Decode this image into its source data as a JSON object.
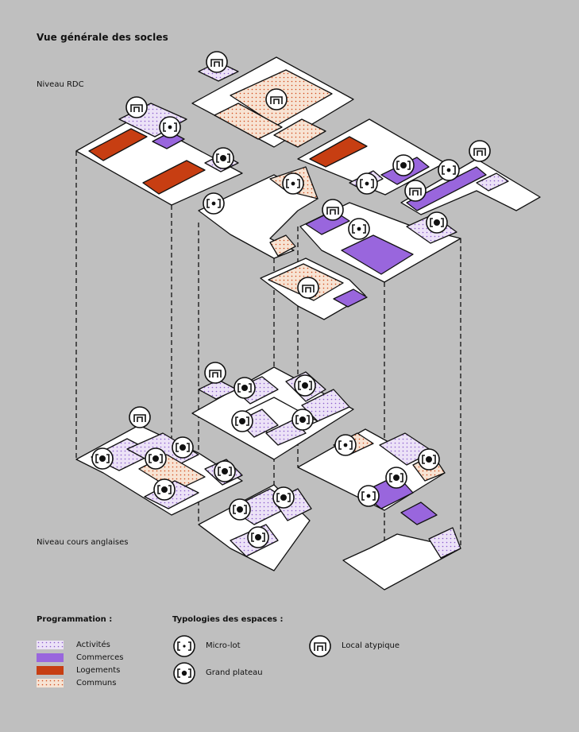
{
  "title": "Vue générale des socles",
  "levels": {
    "rdc": "Niveau RDC",
    "basement": "Niveau cours anglaises"
  },
  "legend": {
    "programmation_title": "Programmation :",
    "programmation": [
      {
        "label": "Activités"
      },
      {
        "label": "Commerces"
      },
      {
        "label": "Logements"
      },
      {
        "label": "Communs"
      }
    ],
    "typologies_title": "Typologies des espaces :",
    "typologies": [
      {
        "label": "Micro-lot",
        "icon": "micro-lot-icon"
      },
      {
        "label": "Grand plateau",
        "icon": "grand-plateau-icon"
      },
      {
        "label": "Local atypique",
        "icon": "local-atypique-icon"
      }
    ]
  },
  "colors": {
    "background": "#bfbfbf",
    "activites": "#d9c6f0",
    "commerces": "#9966dd",
    "logements": "#c73e12",
    "communs": "#f5dcc8"
  }
}
